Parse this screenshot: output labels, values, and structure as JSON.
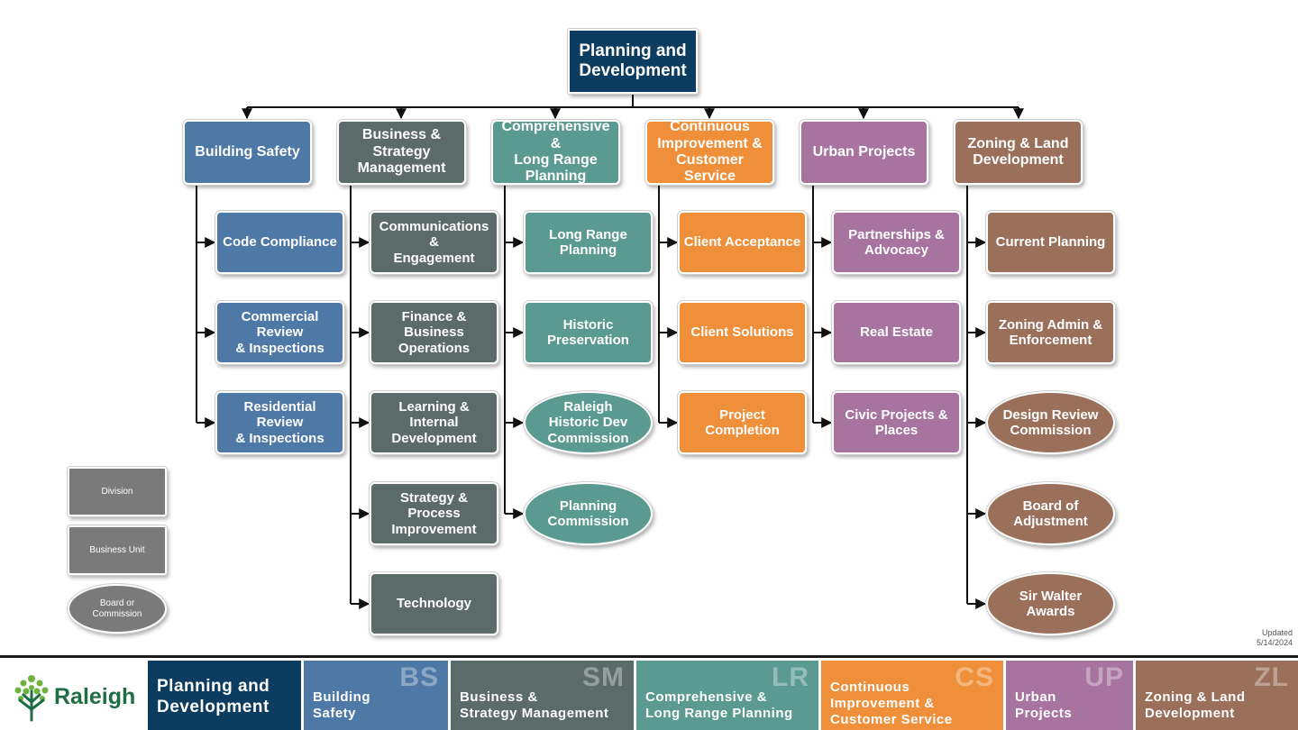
{
  "top": {
    "label": "Planning and\nDevelopment"
  },
  "divisions": [
    {
      "label": "Building Safety",
      "units": [
        "Code Compliance",
        "Commercial Review\n& Inspections",
        "Residential Review\n& Inspections"
      ]
    },
    {
      "label": "Business &\nStrategy\nManagement",
      "units": [
        "Communications &\nEngagement",
        "Finance & Business\nOperations",
        "Learning & Internal\nDevelopment",
        "Strategy & Process\nImprovement",
        "Technology"
      ]
    },
    {
      "label": "Comprehensive &\nLong Range\nPlanning",
      "units": [
        "Long Range\nPlanning",
        "Historic\nPreservation"
      ],
      "boards": [
        "Raleigh\nHistoric Dev\nCommission",
        "Planning\nCommission"
      ]
    },
    {
      "label": "Continuous\nImprovement &\nCustomer Service",
      "units": [
        "Client Acceptance",
        "Client Solutions",
        "Project Completion"
      ]
    },
    {
      "label": "Urban Projects",
      "units": [
        "Partnerships &\nAdvocacy",
        "Real Estate",
        "Civic Projects &\nPlaces"
      ]
    },
    {
      "label": "Zoning & Land\nDevelopment",
      "units": [
        "Current Planning",
        "Zoning Admin &\nEnforcement"
      ],
      "boards": [
        "Design Review\nCommission",
        "Board of\nAdjustment",
        "Sir Walter\nAwards"
      ]
    }
  ],
  "legend": {
    "division": "Division",
    "business_unit": "Business Unit",
    "board": "Board or\nCommission"
  },
  "updated": "Updated\n5/14/2024",
  "footer": {
    "logo_text": "Raleigh",
    "title": "Planning and\nDevelopment",
    "tiles": [
      {
        "abbr": "BS",
        "name": "Building\nSafety"
      },
      {
        "abbr": "SM",
        "name": "Business &\nStrategy Management"
      },
      {
        "abbr": "LR",
        "name": "Comprehensive &\nLong Range Planning"
      },
      {
        "abbr": "CS",
        "name": "Continuous\nImprovement &\nCustomer Service"
      },
      {
        "abbr": "UP",
        "name": "Urban\nProjects"
      },
      {
        "abbr": "ZL",
        "name": "Zoning & Land\nDevelopment"
      }
    ]
  },
  "colors": {
    "top": "#0c3c5f",
    "building_safety": "#4e79a7",
    "business_strategy": "#5a6b69",
    "long_range": "#5b9a90",
    "customer_service": "#ef8f3a",
    "urban_projects": "#a6749f",
    "zoning_land": "#9a705a"
  }
}
